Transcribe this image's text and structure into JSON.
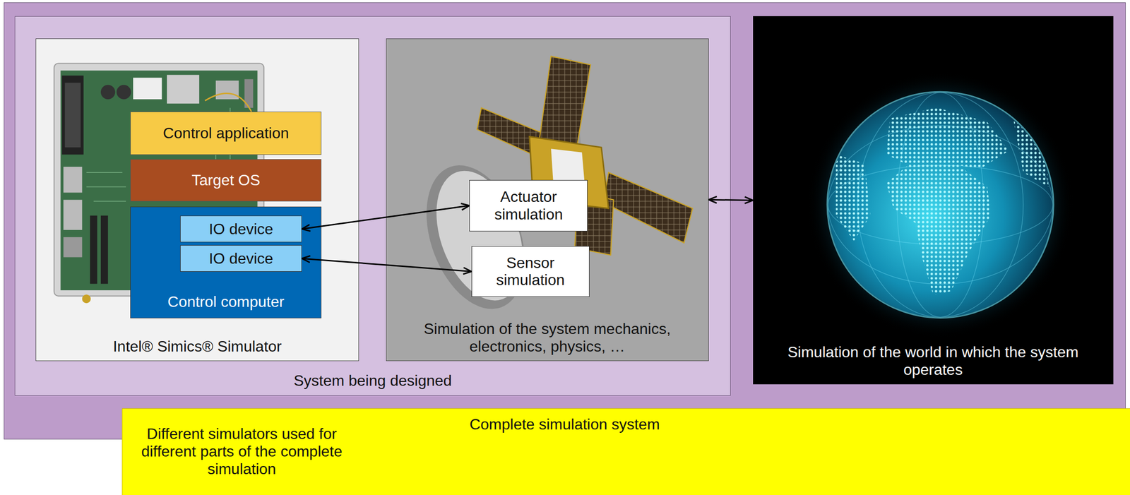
{
  "diagram": {
    "nodes": [
      {
        "text": [
          "Complete simulation system"
        ]
      },
      {
        "text": [
          "System being designed"
        ],
        "in": 0
      },
      {
        "text": [
          "Intel® Simics® Simulator"
        ],
        "in": 1
      },
      {
        "text": [
          "Control application"
        ],
        "in": 2
      },
      {
        "text": [
          "Target OS"
        ],
        "in": 2
      },
      {
        "text": [
          "Control computer"
        ],
        "in": 2
      },
      {
        "text": [
          "IO device"
        ],
        "in": 5
      },
      {
        "text": [
          "IO device"
        ],
        "in": 5
      },
      {
        "text": [
          "Simulation of the system mechanics, electronics, physics, …"
        ],
        "in": 1
      },
      {
        "text": [
          "Actuator simulation"
        ],
        "in": 8
      },
      {
        "text": [
          "Sensor simulation"
        ],
        "in": 8
      },
      {
        "text": [
          "Simulation of the world in which the system operates"
        ],
        "in": 0
      },
      {
        "text": [
          "Different simulators used for different parts of the complete simulation"
        ]
      }
    ],
    "edges": [
      {
        "from": 6,
        "to": 9,
        "arrow": "both"
      },
      {
        "from": 7,
        "to": 10,
        "arrow": "both"
      },
      {
        "from": 8,
        "to": 11,
        "arrow": "both"
      }
    ]
  }
}
